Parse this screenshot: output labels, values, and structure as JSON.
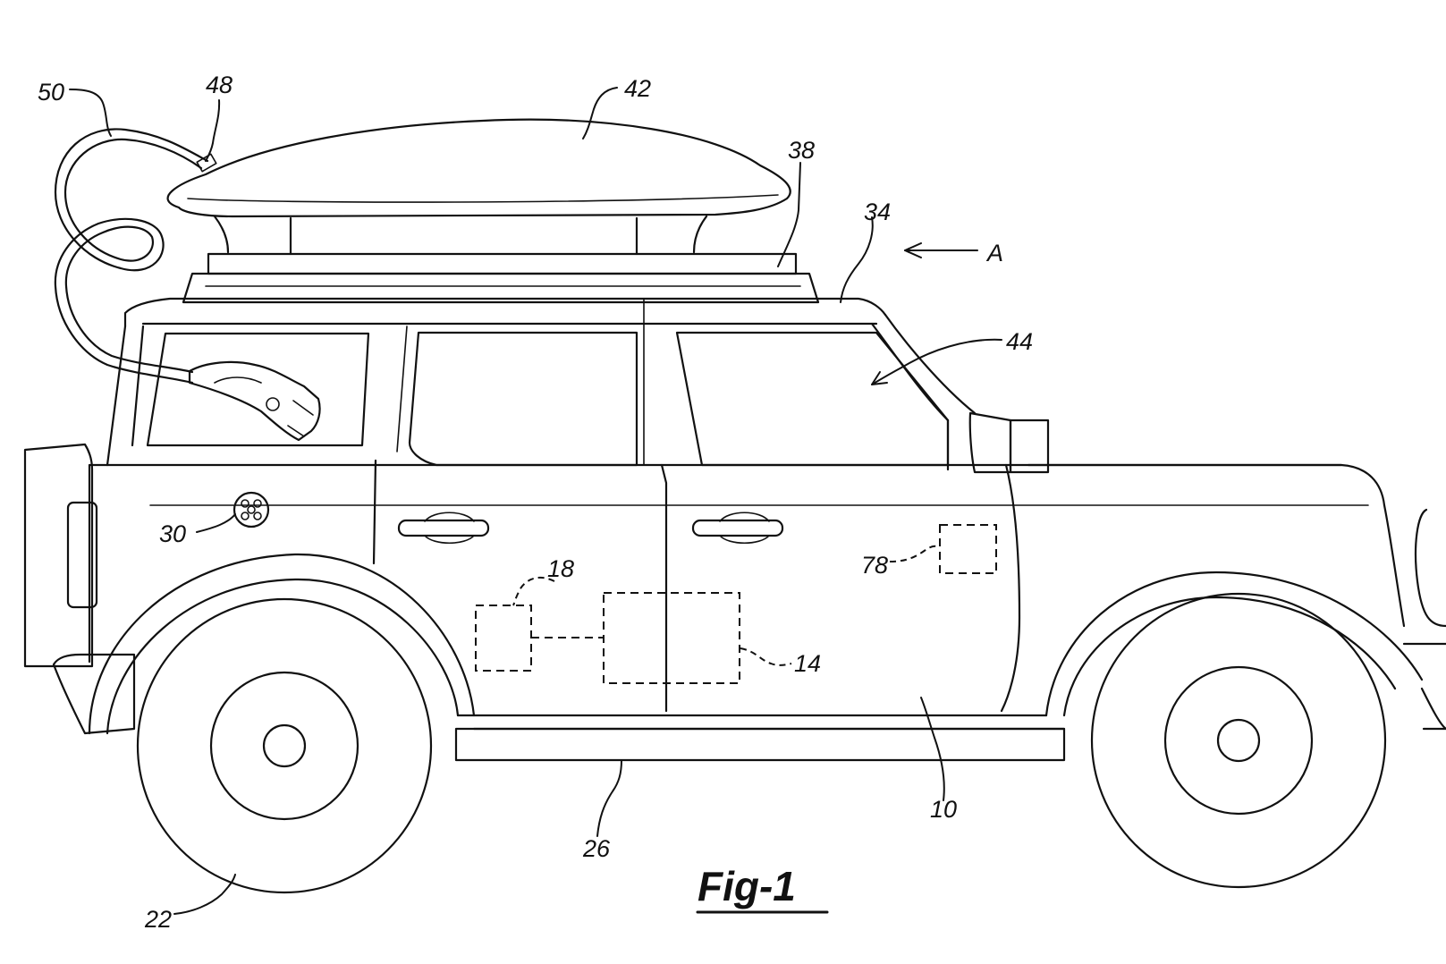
{
  "figure": {
    "caption": "Fig-1",
    "view_direction_label": "A"
  },
  "reference_numerals": {
    "vehicle": "10",
    "module_14": "14",
    "module_18": "18",
    "wheel": "22",
    "rocker": "26",
    "charge_port": "30",
    "roof": "34",
    "roof_rack": "38",
    "cargo_box": "42",
    "window": "44",
    "cord_connector": "48",
    "charge_cord": "50",
    "module_78": "78"
  }
}
